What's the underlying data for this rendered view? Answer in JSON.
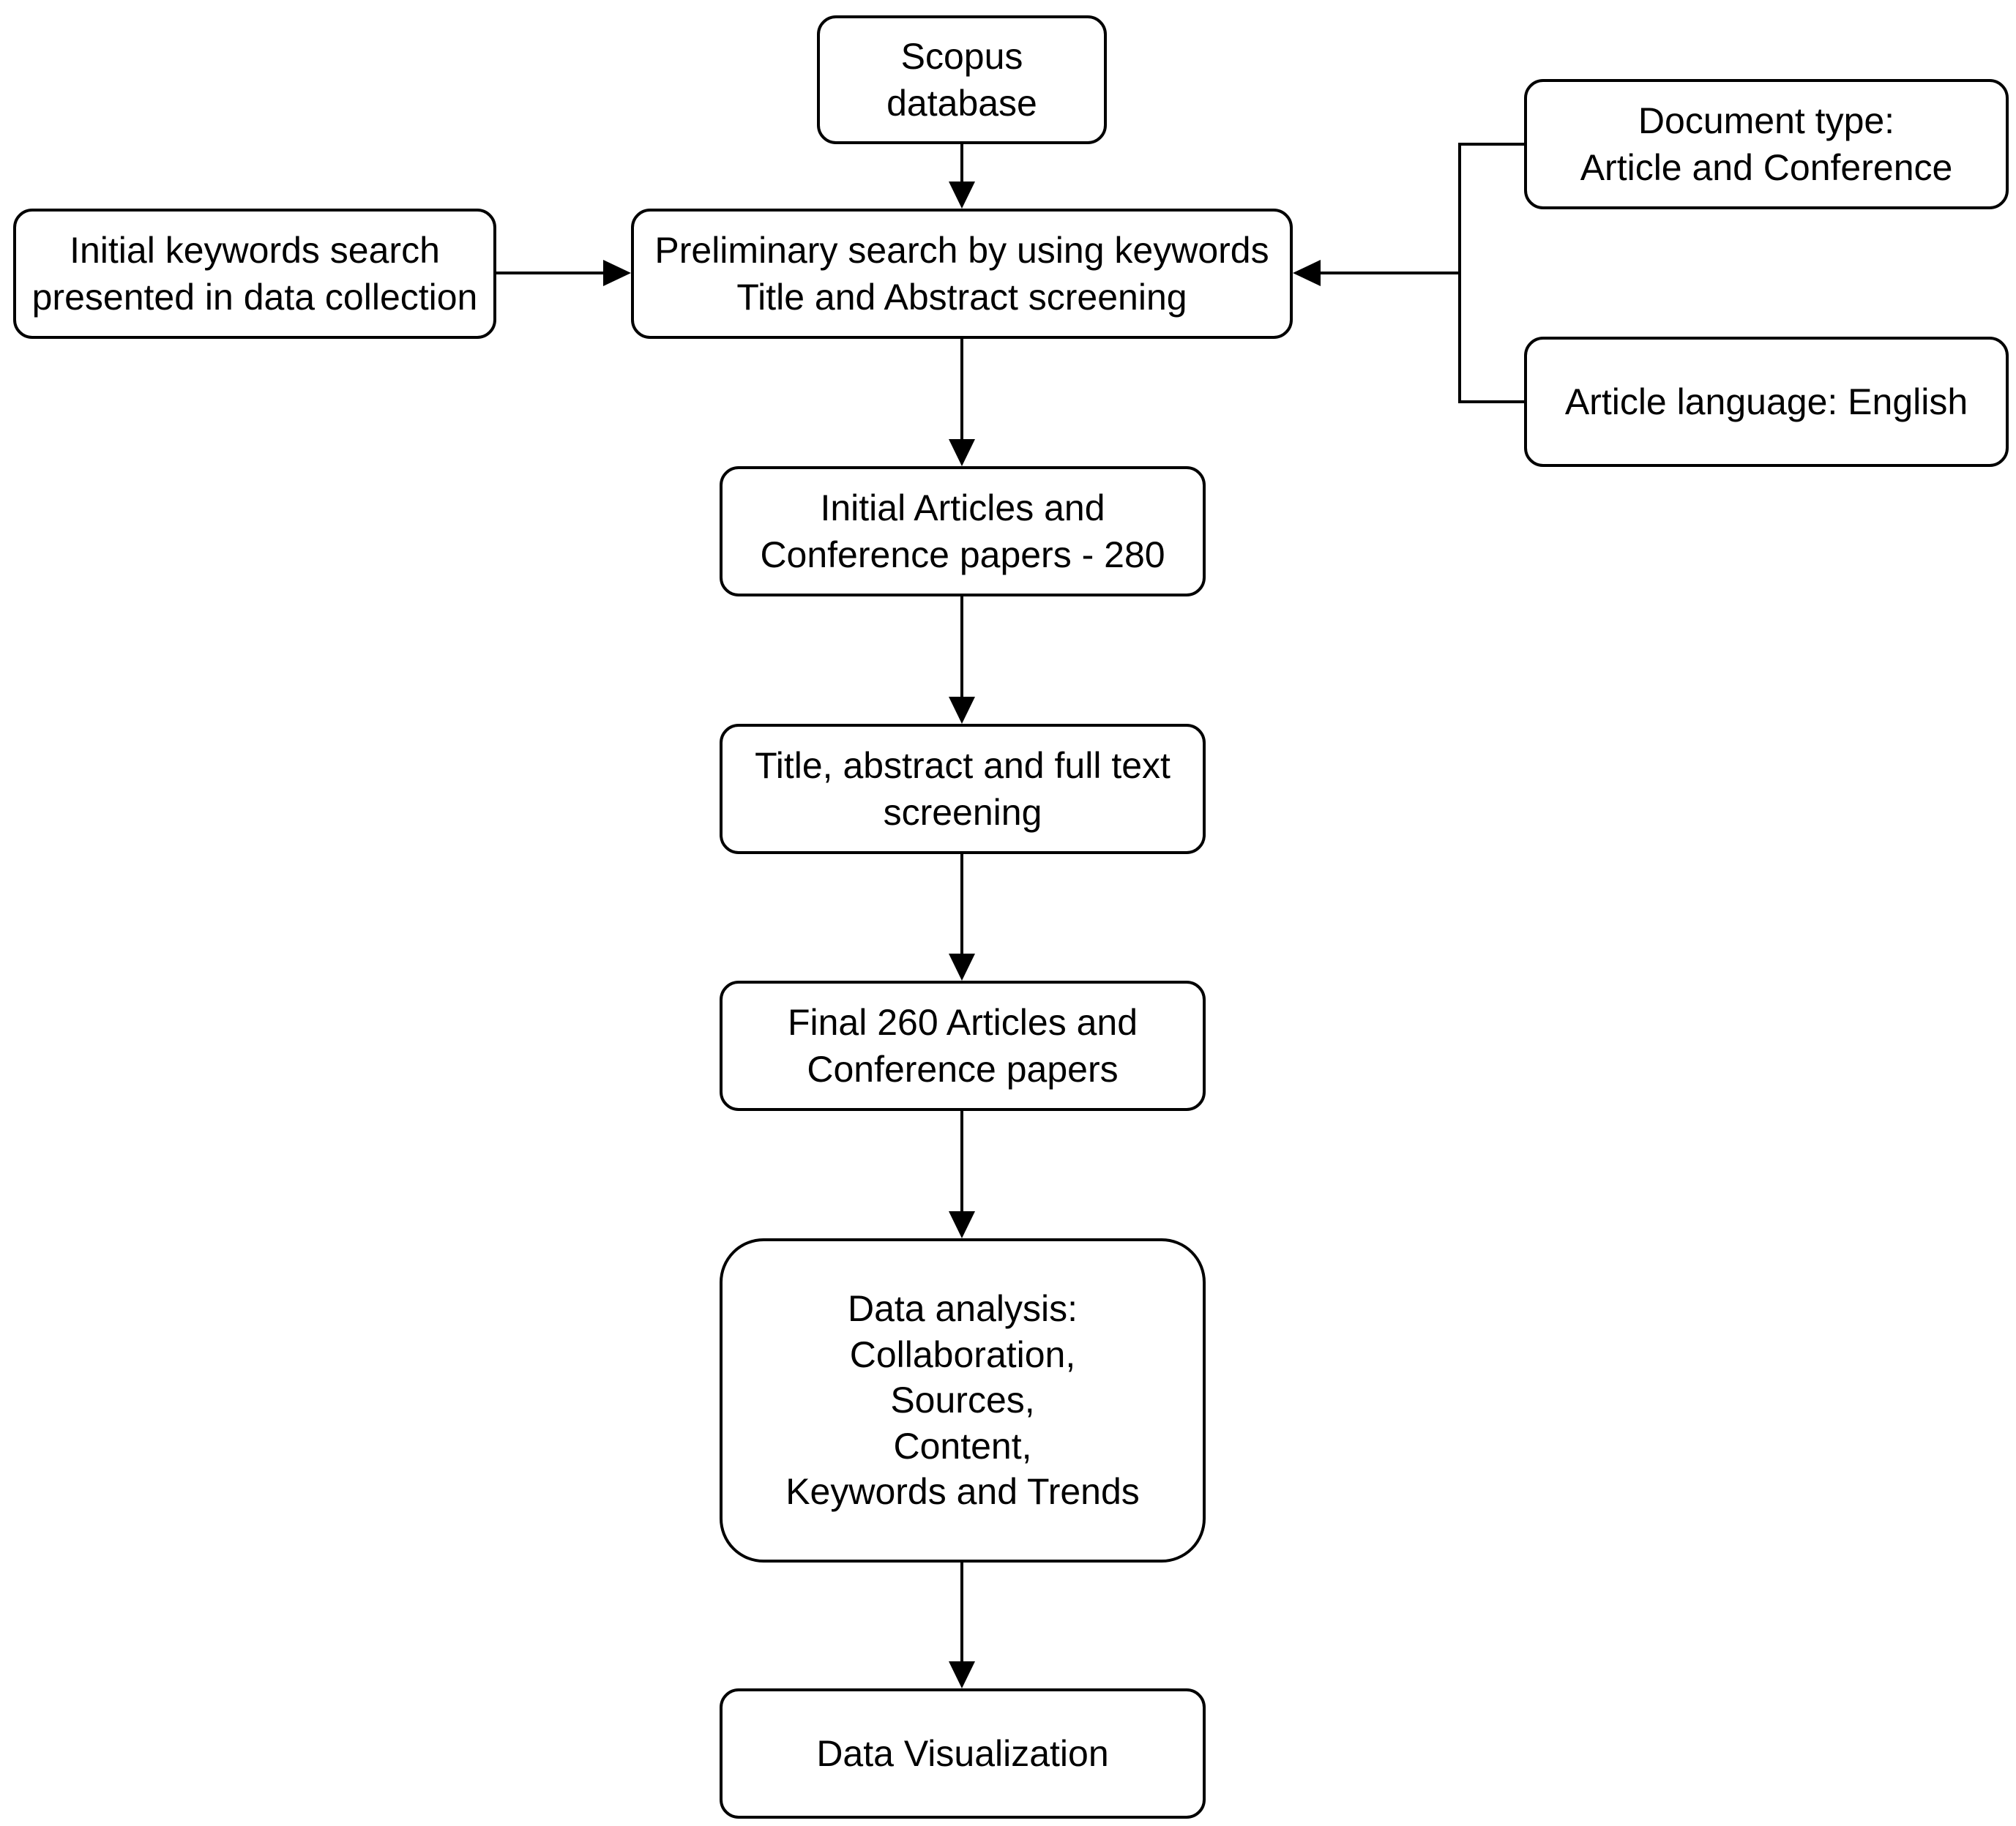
{
  "diagram": {
    "nodes": {
      "scopus": "Scopus\ndatabase",
      "keywords": "Initial keywords search\npresented in data collection",
      "preliminary": "Preliminary search by using keywords\nTitle and Abstract screening",
      "doctype": "Document type:\nArticle and Conference",
      "language": "Article language: English",
      "initial": "Initial Articles and\nConference papers - 280",
      "screening": "Title, abstract and full text\nscreening",
      "final": "Final 260 Articles and\nConference papers",
      "analysis": "Data analysis:\nCollaboration,\nSources,\nContent,\nKeywords and Trends",
      "visualization": "Data Visualization"
    },
    "edges": [
      {
        "from": "scopus",
        "to": "preliminary"
      },
      {
        "from": "keywords",
        "to": "preliminary"
      },
      {
        "from": "doctype",
        "to": "preliminary"
      },
      {
        "from": "language",
        "to": "preliminary"
      },
      {
        "from": "preliminary",
        "to": "initial"
      },
      {
        "from": "initial",
        "to": "screening"
      },
      {
        "from": "screening",
        "to": "final"
      },
      {
        "from": "final",
        "to": "analysis"
      },
      {
        "from": "analysis",
        "to": "visualization"
      }
    ]
  }
}
